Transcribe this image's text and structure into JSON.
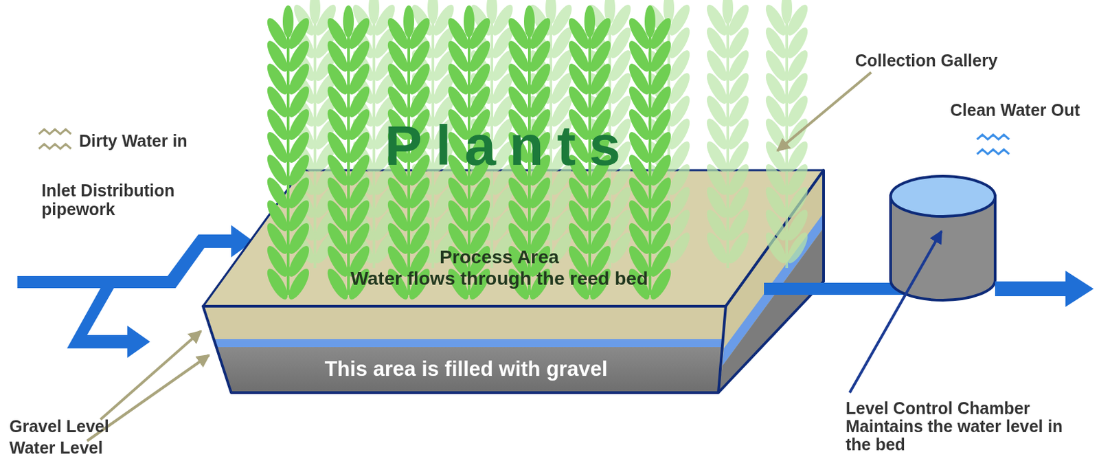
{
  "diagram": {
    "nodes": [
      {
        "text": [
          "Process Area",
          "Water flows through the reed bed"
        ]
      },
      {
        "text": [
          "This area is filled with gravel"
        ]
      }
    ],
    "labels": [
      "Plants",
      "Dirty Water in",
      "Inlet Distribution pipework",
      "Gravel Level",
      "Water Level",
      "Collection Gallery",
      "Clean Water Out",
      "Level Control Chamber Maintains the water level in the bed"
    ]
  }
}
